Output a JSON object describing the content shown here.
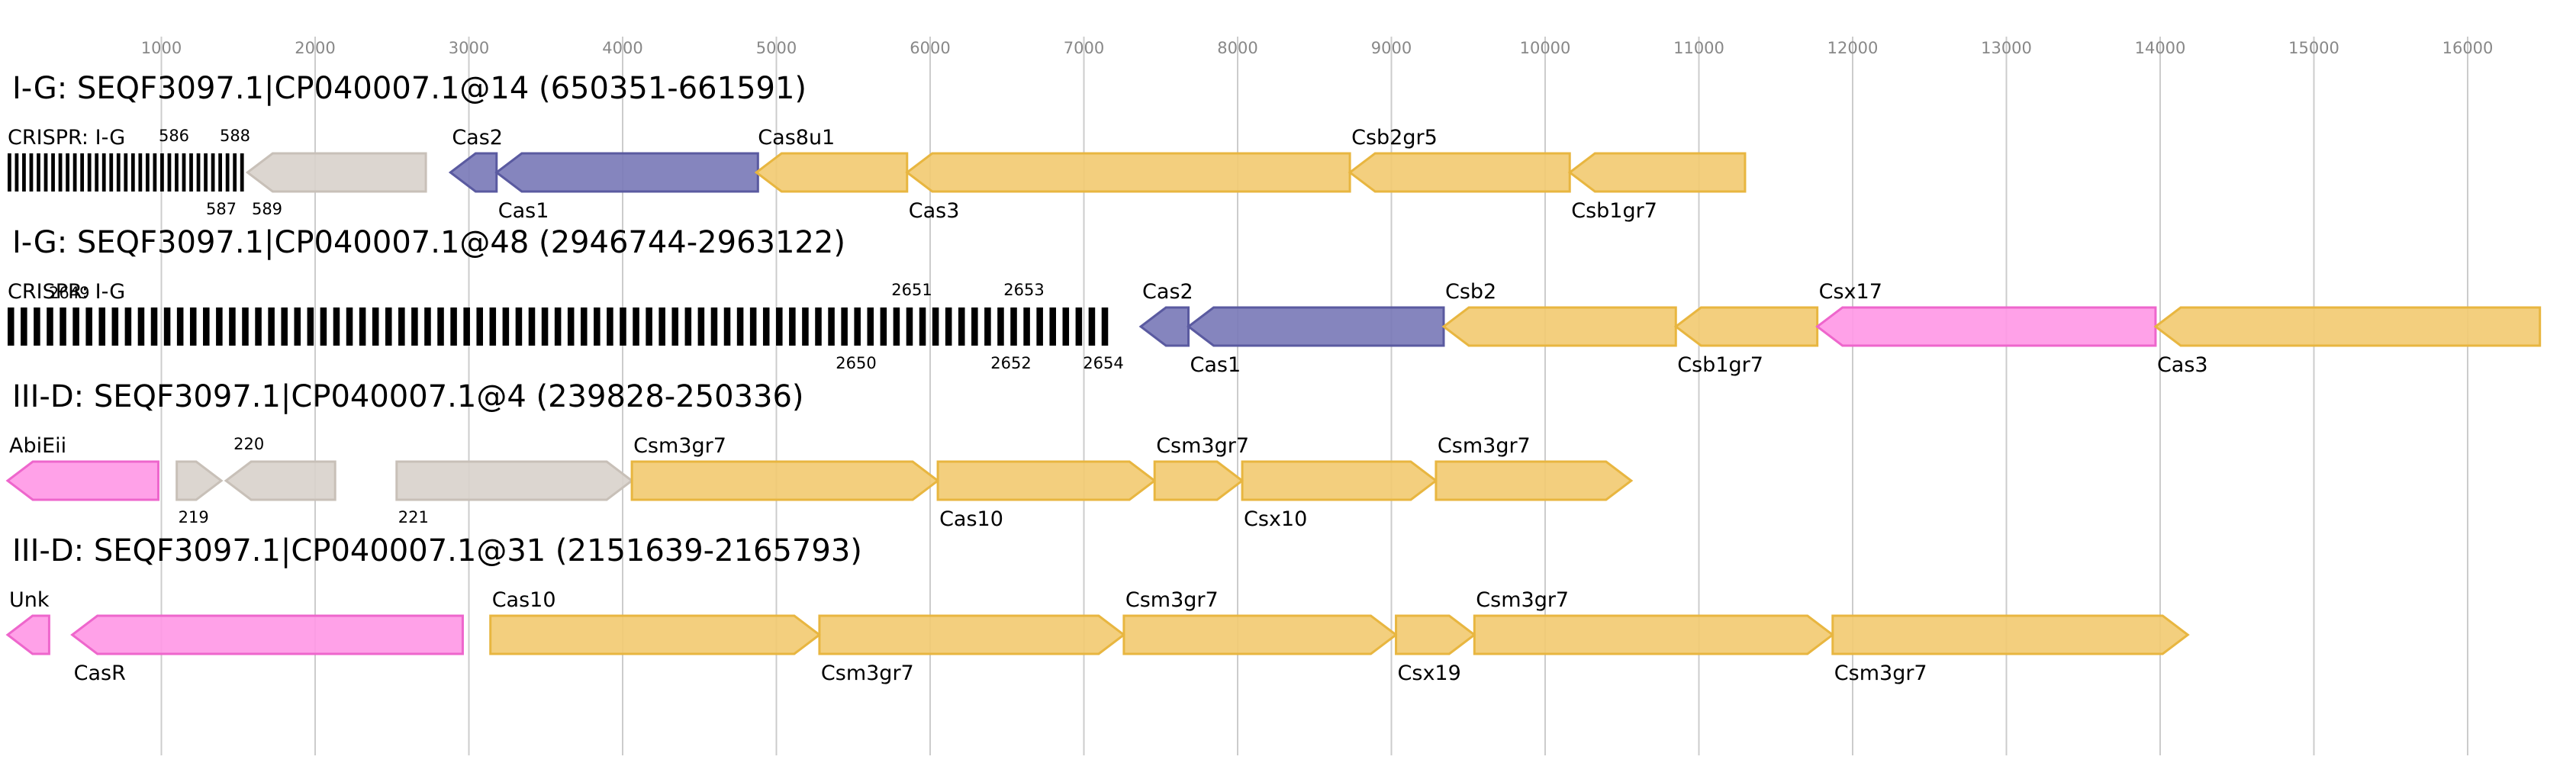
{
  "axis": {
    "ticks": [
      {
        "value": 1000,
        "label": "1000"
      },
      {
        "value": 2000,
        "label": "2000"
      },
      {
        "value": 3000,
        "label": "3000"
      },
      {
        "value": 4000,
        "label": "4000"
      },
      {
        "value": 5000,
        "label": "5000"
      },
      {
        "value": 6000,
        "label": "6000"
      },
      {
        "value": 7000,
        "label": "7000"
      },
      {
        "value": 8000,
        "label": "8000"
      },
      {
        "value": 9000,
        "label": "9000"
      },
      {
        "value": 10000,
        "label": "10000"
      },
      {
        "value": 11000,
        "label": "11000"
      },
      {
        "value": 12000,
        "label": "12000"
      },
      {
        "value": 13000,
        "label": "13000"
      },
      {
        "value": 14000,
        "label": "14000"
      },
      {
        "value": 15000,
        "label": "15000"
      },
      {
        "value": 16000,
        "label": "16000"
      }
    ]
  },
  "colors": {
    "adaptation": "#7b7bb8",
    "effector": "#f2cb73",
    "accessory": "#ff99e6",
    "other": "#d9d3cc",
    "array_repeat": "#000000"
  },
  "tracks": [
    {
      "title": "I-G: SEQF3097.1|CP040007.1@14 (650351-661591)",
      "array": {
        "label": "CRISPR: I-G",
        "start": 0,
        "end": 1560,
        "spacers": 33,
        "top_labels": [
          "586",
          "588"
        ],
        "bottom_labels": [
          "587",
          "589"
        ]
      },
      "genes": [
        {
          "name": "",
          "start": 1560,
          "end": 2720,
          "strand": "-",
          "type": "other",
          "label_pos": "none"
        },
        {
          "name": "Cas2",
          "start": 2880,
          "end": 3180,
          "strand": "-",
          "type": "adaptation",
          "label_pos": "above"
        },
        {
          "name": "Cas1",
          "start": 3180,
          "end": 4880,
          "strand": "-",
          "type": "adaptation",
          "label_pos": "below"
        },
        {
          "name": "Cas8u1",
          "start": 4870,
          "end": 5850,
          "strand": "-",
          "type": "effector",
          "label_pos": "above"
        },
        {
          "name": "Cas3",
          "start": 5850,
          "end": 8730,
          "strand": "-",
          "type": "effector",
          "label_pos": "below"
        },
        {
          "name": "Csb2gr5",
          "start": 8730,
          "end": 10160,
          "strand": "-",
          "type": "effector",
          "label_pos": "above"
        },
        {
          "name": "Csb1gr7",
          "start": 10160,
          "end": 11300,
          "strand": "-",
          "type": "effector",
          "label_pos": "below"
        }
      ]
    },
    {
      "title": "I-G: SEQF3097.1|CP040007.1@48 (2946744-2963122)",
      "array": {
        "label": "CRISPR: I-G",
        "overlap_label": "2649",
        "start": 0,
        "end": 7200,
        "spacers": 85,
        "top_labels": [
          "2651",
          "2653"
        ],
        "bottom_labels": [
          "2650",
          "2652",
          "2654"
        ]
      },
      "genes": [
        {
          "name": "Cas2",
          "start": 7370,
          "end": 7680,
          "strand": "-",
          "type": "adaptation",
          "label_pos": "above"
        },
        {
          "name": "Cas1",
          "start": 7680,
          "end": 9340,
          "strand": "-",
          "type": "adaptation",
          "label_pos": "below"
        },
        {
          "name": "Csb2",
          "start": 9340,
          "end": 10850,
          "strand": "-",
          "type": "effector",
          "label_pos": "above"
        },
        {
          "name": "Csb1gr7",
          "start": 10850,
          "end": 11770,
          "strand": "-",
          "type": "effector",
          "label_pos": "below"
        },
        {
          "name": "Csx17",
          "start": 11770,
          "end": 13970,
          "strand": "-",
          "type": "accessory",
          "label_pos": "above"
        },
        {
          "name": "Cas3",
          "start": 13970,
          "end": 16470,
          "strand": "-",
          "type": "effector",
          "label_pos": "below"
        }
      ]
    },
    {
      "title": "III-D: SEQF3097.1|CP040007.1@4 (239828-250336)",
      "array": null,
      "genes": [
        {
          "name": "AbiEii",
          "start": 0,
          "end": 980,
          "strand": "-",
          "type": "accessory",
          "label_pos": "above"
        },
        {
          "name": "219",
          "start": 1100,
          "end": 1390,
          "strand": "+",
          "type": "other",
          "label_pos": "below-small"
        },
        {
          "name": "220",
          "start": 1420,
          "end": 2130,
          "strand": "-",
          "type": "other",
          "label_pos": "above-small"
        },
        {
          "name": "221",
          "start": 2530,
          "end": 4060,
          "strand": "+",
          "type": "other",
          "label_pos": "below-small"
        },
        {
          "name": "Csm3gr7",
          "start": 4060,
          "end": 6050,
          "strand": "+",
          "type": "effector",
          "label_pos": "above"
        },
        {
          "name": "Cas10",
          "start": 6050,
          "end": 7460,
          "strand": "+",
          "type": "effector",
          "label_pos": "below"
        },
        {
          "name": "Csm3gr7",
          "start": 7460,
          "end": 8030,
          "strand": "+",
          "type": "effector",
          "label_pos": "above"
        },
        {
          "name": "Csx10",
          "start": 8030,
          "end": 9290,
          "strand": "+",
          "type": "effector",
          "label_pos": "below"
        },
        {
          "name": "Csm3gr7",
          "start": 9290,
          "end": 10560,
          "strand": "+",
          "type": "effector",
          "label_pos": "above"
        }
      ]
    },
    {
      "title": "III-D: SEQF3097.1|CP040007.1@31 (2151639-2165793)",
      "array": null,
      "genes": [
        {
          "name": "Unk",
          "start": 0,
          "end": 270,
          "strand": "-",
          "type": "accessory",
          "label_pos": "above"
        },
        {
          "name": "CasR",
          "start": 420,
          "end": 2960,
          "strand": "-",
          "type": "accessory",
          "label_pos": "below"
        },
        {
          "name": "Cas10",
          "start": 3140,
          "end": 5280,
          "strand": "+",
          "type": "effector",
          "label_pos": "above"
        },
        {
          "name": "Csm3gr7",
          "start": 5280,
          "end": 7260,
          "strand": "+",
          "type": "effector",
          "label_pos": "below"
        },
        {
          "name": "Csm3gr7",
          "start": 7260,
          "end": 9030,
          "strand": "+",
          "type": "effector",
          "label_pos": "above"
        },
        {
          "name": "Csx19",
          "start": 9030,
          "end": 9540,
          "strand": "+",
          "type": "effector",
          "label_pos": "below"
        },
        {
          "name": "Csm3gr7",
          "start": 9540,
          "end": 11870,
          "strand": "+",
          "type": "effector",
          "label_pos": "above"
        },
        {
          "name": "Csm3gr7",
          "start": 11870,
          "end": 14180,
          "strand": "+",
          "type": "effector",
          "label_pos": "below"
        }
      ]
    }
  ]
}
